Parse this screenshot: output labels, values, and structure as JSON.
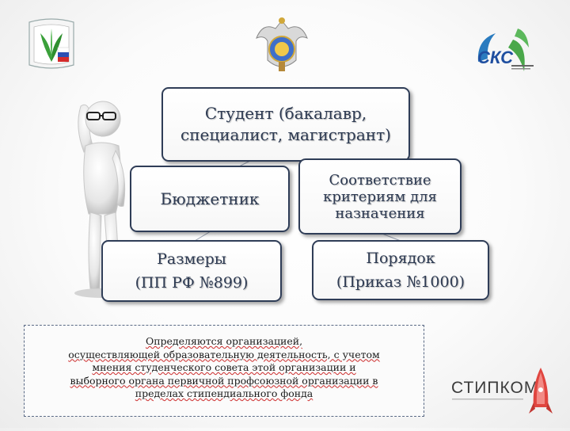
{
  "root": {
    "lines": [
      "Студент (бакалавр,",
      "специалист, магистрант)"
    ]
  },
  "budget": {
    "label": "Бюджетник"
  },
  "criteria": {
    "lines": [
      "Соответствие",
      "критериям для",
      "назначения"
    ]
  },
  "sizes": {
    "lines": [
      "Размеры",
      "(ПП РФ №899)"
    ]
  },
  "order": {
    "lines": [
      "Порядок",
      "(Приказ №1000)"
    ]
  },
  "note": {
    "lines": [
      "Определяются организацией,",
      "осуществляющей образовательную деятельность,  с учетом",
      "мнения студенческого совета этой организации  и",
      "выборного органа первичной профсоюзной организации в",
      "пределах стипендиального фонда"
    ]
  },
  "logos": {
    "sks": "СКС",
    "stipkom": "СТИПКОМ"
  },
  "colors": {
    "box_border": "#2f3d57",
    "text": "#2d3a52",
    "note_border": "#5a6a85"
  }
}
